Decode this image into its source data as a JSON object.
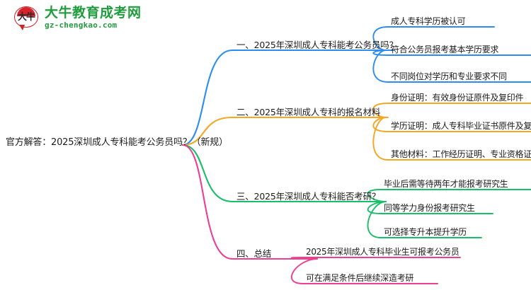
{
  "logo": {
    "mark_text": "大牛",
    "brand_name": "大牛教育成考网",
    "brand_url": "gz-chengkao.com",
    "brand_color": "#1f9d3d",
    "mark_color": "#d8232a"
  },
  "mindmap": {
    "root": {
      "label": "官方解答：2025深圳成人专科能考公务员吗？（新规）"
    },
    "branches": [
      {
        "label": "一、2025年深圳成人专科能考公务员吗？",
        "color": "#2d8cf0",
        "children": [
          {
            "label": "成人专科学历被认可"
          },
          {
            "label": "符合公务员报考基本学历要求"
          },
          {
            "label": "不同岗位对学历和专业要求不同"
          }
        ]
      },
      {
        "label": "二、2025年深圳成人专科的报名材料",
        "color": "#f5a623",
        "children": [
          {
            "label": "身份证明：有效身份证原件及复印件"
          },
          {
            "label": "学历证明：成人专科毕业证书原件及复印件"
          },
          {
            "label": "其他材料：工作经历证明、专业资格证书等"
          }
        ]
      },
      {
        "label": "三、2025年深圳成人专科能否考研？",
        "color": "#19be6b",
        "children": [
          {
            "label": "毕业后需等待两年才能报考研究生"
          },
          {
            "label": "同等学力身份报考研究生"
          },
          {
            "label": "可选择专升本提升学历"
          }
        ]
      },
      {
        "label": "四、总结",
        "color": "#ed3f92",
        "children": [
          {
            "label": "2025年深圳成人专科毕业生可报考公务员"
          },
          {
            "label": "可在满足条件后继续深造考研"
          }
        ]
      }
    ]
  }
}
